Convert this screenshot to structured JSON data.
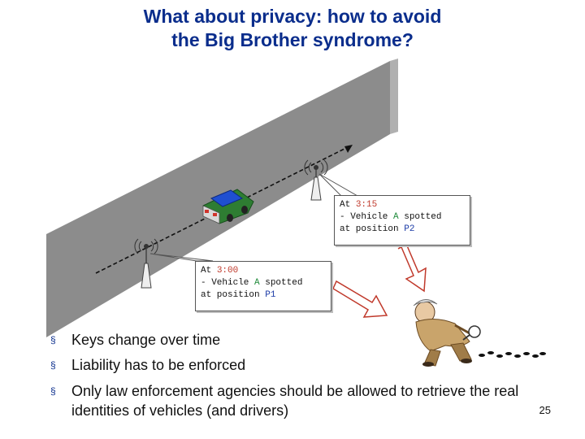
{
  "title_line1": "What about privacy: how to avoid",
  "title_line2": "the Big Brother syndrome?",
  "callout_p2": {
    "line1_prefix": "At ",
    "time": "3:15",
    "line2_prefix": "- Vehicle ",
    "vehicle": "A",
    "line2_suffix": " spotted",
    "line3_prefix": "at position ",
    "position": "P2"
  },
  "callout_p1": {
    "line1_prefix": "At ",
    "time": "3:00",
    "line2_prefix": "- Vehicle ",
    "vehicle": "A",
    "line2_suffix": " spotted",
    "line3_prefix": "at position ",
    "position": "P1"
  },
  "bullet_marker": "§",
  "bullets": [
    "Keys change over time",
    "Liability has to be enforced",
    "Only law enforcement agencies should be allowed to retrieve the real identities of vehicles (and drivers)"
  ],
  "page_number": "25",
  "colors": {
    "title": "#0a2d8c",
    "road": "#8c8c8c",
    "car_body": "#2e7d32",
    "car_roof": "#1f4fd1",
    "arrow_fill": "#ffffff",
    "arrow_stroke": "#c0392b",
    "time_text": "#c0392b",
    "vehicle_text": "#1f8a3a",
    "position_text": "#1a3aa6"
  }
}
